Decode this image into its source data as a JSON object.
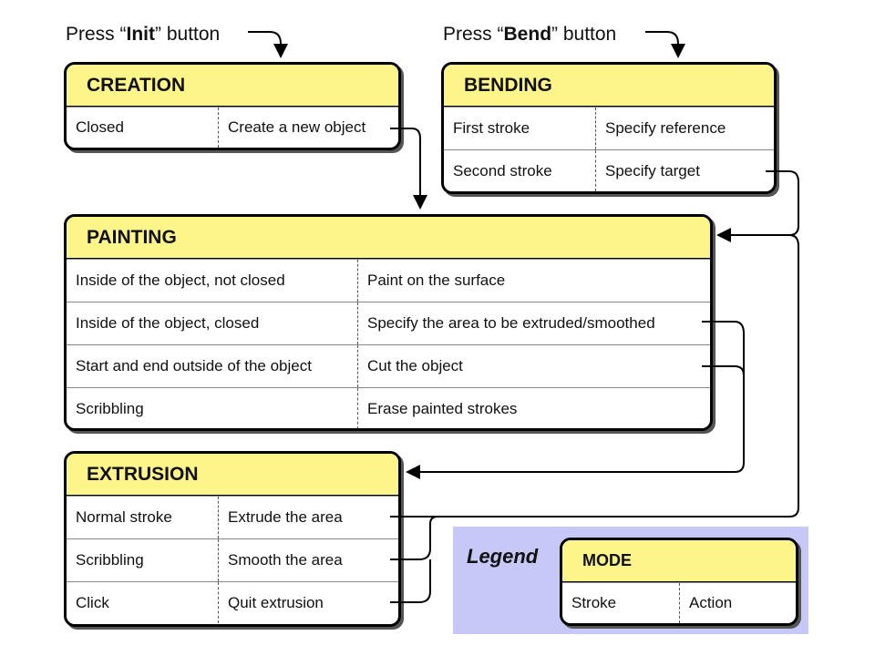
{
  "captions": {
    "init": {
      "prefix": "Press “",
      "strong": "Init",
      "suffix": "” button"
    },
    "bend": {
      "prefix": "Press “",
      "strong": "Bend",
      "suffix": "” button"
    }
  },
  "creation": {
    "title": "CREATION",
    "rows": [
      {
        "stroke": "Closed",
        "action": "Create a new object"
      }
    ]
  },
  "bending": {
    "title": "BENDING",
    "rows": [
      {
        "stroke": "First stroke",
        "action": "Specify reference"
      },
      {
        "stroke": "Second stroke",
        "action": "Specify target"
      }
    ]
  },
  "painting": {
    "title": "PAINTING",
    "rows": [
      {
        "stroke": "Inside of the object, not closed",
        "action": "Paint on the surface"
      },
      {
        "stroke": "Inside of the object, closed",
        "action": "Specify the area to be extruded/smoothed"
      },
      {
        "stroke": "Start and end outside of the object",
        "action": "Cut the object"
      },
      {
        "stroke": "Scribbling",
        "action": "Erase painted strokes"
      }
    ]
  },
  "extrusion": {
    "title": "EXTRUSION",
    "rows": [
      {
        "stroke": "Normal stroke",
        "action": "Extrude the area"
      },
      {
        "stroke": "Scribbling",
        "action": "Smooth the area"
      },
      {
        "stroke": "Click",
        "action": "Quit extrusion"
      }
    ]
  },
  "legend": {
    "label": "Legend",
    "title": "MODE",
    "stroke": "Stroke",
    "action": "Action"
  },
  "colors": {
    "header": "#fdf58a",
    "legend_bg": "#c8c8f8"
  }
}
